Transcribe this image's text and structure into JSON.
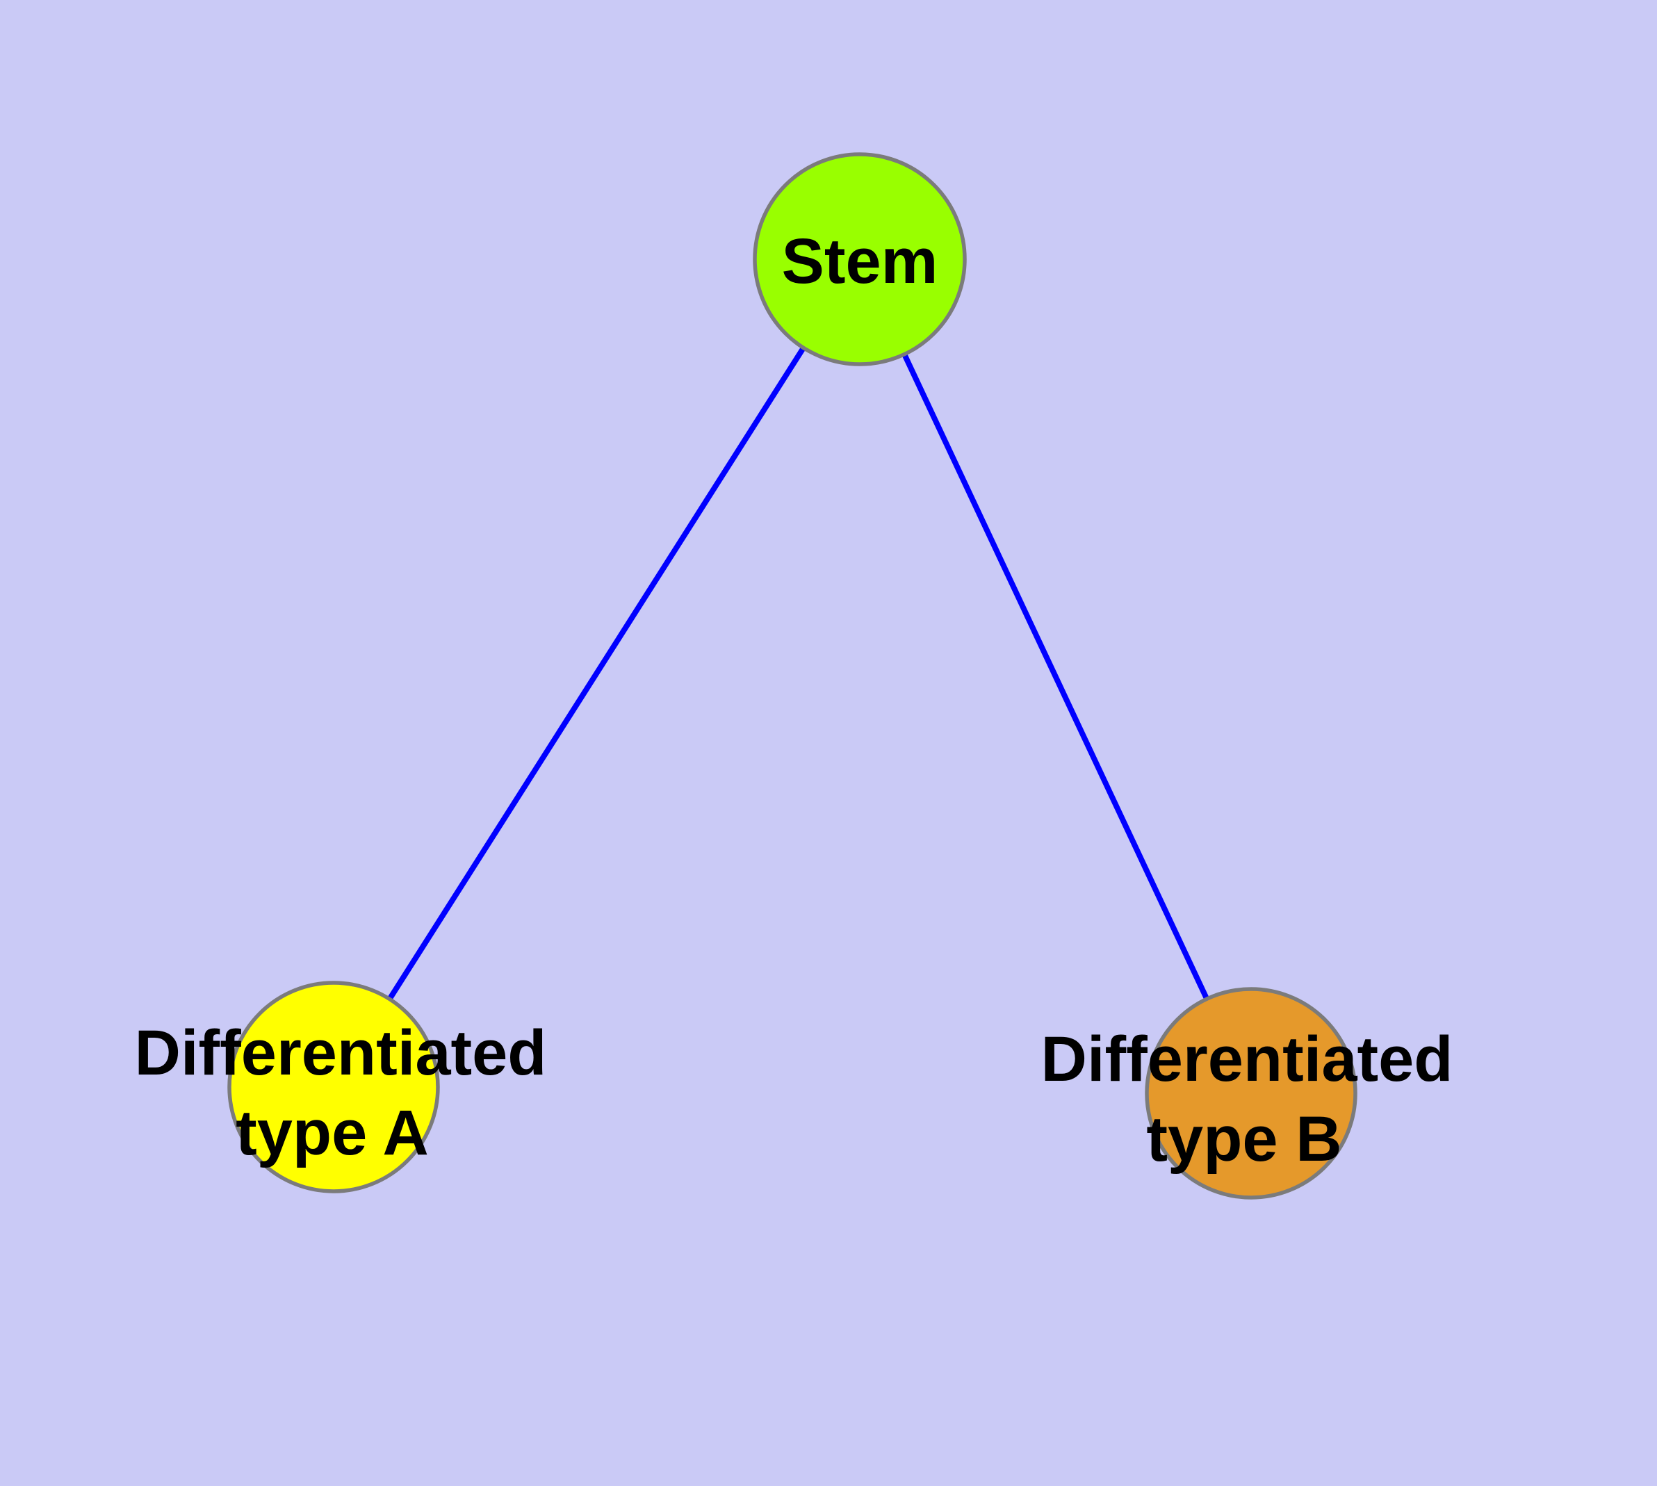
{
  "diagram": {
    "title": "",
    "background_color": "#CACAF6",
    "edge_color": "#0000FF",
    "node_border_color": "#7B7B7B",
    "label_color": "#000000",
    "nodes": {
      "stem": {
        "label": "Stem",
        "fill": "#99FF00"
      },
      "type_a": {
        "label": "Differentiated type A",
        "label_line1": "Differentiated",
        "label_line2": "type A",
        "fill": "#FFFF00"
      },
      "type_b": {
        "label": "Differentiated type B",
        "label_line1": "Differentiated",
        "label_line2": "type B",
        "fill": "#E5992B"
      }
    },
    "edges": [
      {
        "from": "Stem",
        "to": "Differentiated type A"
      },
      {
        "from": "Stem",
        "to": "Differentiated type B"
      }
    ]
  }
}
